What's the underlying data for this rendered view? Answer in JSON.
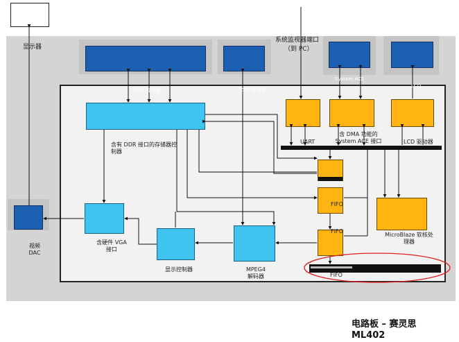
{
  "monitor": {
    "label": "显示器"
  },
  "pc_port": {
    "label_line1": "系统监视器端口",
    "label_line2": "（到 PC）"
  },
  "top_labels": {
    "ddr": "DDR 存储器",
    "zbt": "ZBT 存储器",
    "system_ace": "System ACE",
    "lcd": "LCD"
  },
  "blocks": {
    "ddr_controller": "含有 DDR 接口的存储器控制器",
    "vga_interface": "含硬件 VGA 接口",
    "display_controller": "显示控制器",
    "mpeg4": "MPEG4 解码器",
    "dma_system": "含 DMA 功能的 System ACE 接口",
    "uart": "UART",
    "lcd_driver": "LCD 驱动器",
    "microblaze": "MicroBlaze 软核处理器",
    "video_dac": "视频 DAC"
  },
  "fifo_labels": [
    "FIFO",
    "FIFO",
    "FIFO"
  ],
  "caption": {
    "line1": "电路板 – 赛灵思",
    "line2": "ML402"
  },
  "colors": {
    "board": "#d4d4d4",
    "dark_block": "#1d5fb0",
    "cyan_block": "#3fc4f0",
    "orange_block": "#ffb411",
    "highlight_ellipse": "#e02020"
  }
}
